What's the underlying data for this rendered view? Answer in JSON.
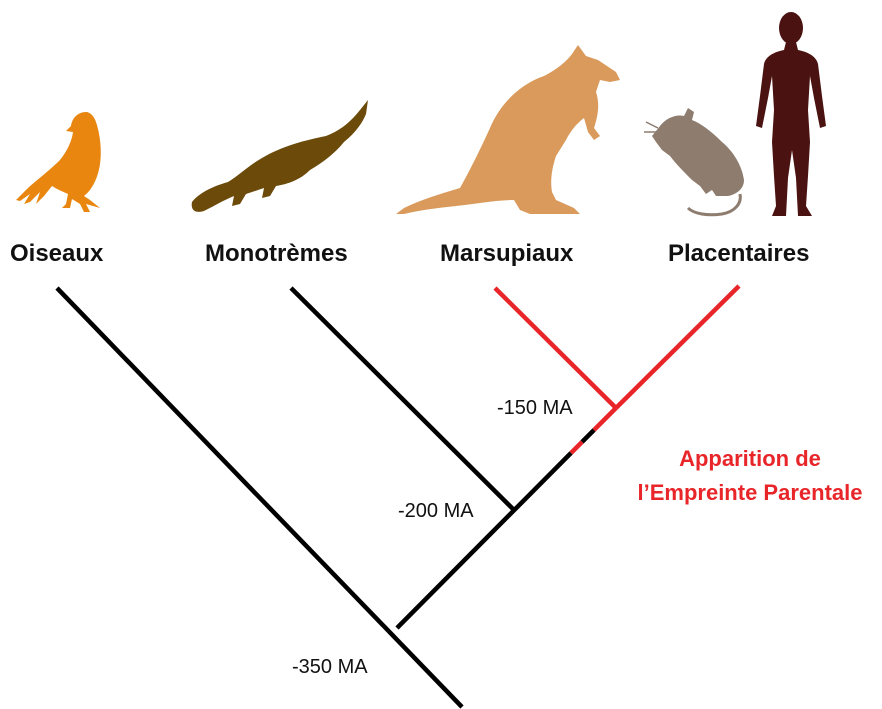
{
  "taxa": [
    {
      "label": "Oiseaux",
      "icon": "bird-silhouette-icon",
      "color": "#e8860f"
    },
    {
      "label": "Monotrèmes",
      "icon": "platypus-silhouette-icon",
      "color": "#6b4a0a"
    },
    {
      "label": "Marsupiaux",
      "icon": "kangaroo-silhouette-icon",
      "color": "#d99a5c"
    },
    {
      "label": "Placentaires",
      "icons": [
        "mouse-silhouette-icon",
        "human-silhouette-icon"
      ],
      "colors": [
        "#8e7c6e",
        "#4a1210"
      ]
    }
  ],
  "divergences": [
    {
      "label": "-350 MA"
    },
    {
      "label": "-200 MA"
    },
    {
      "label": "-150 MA"
    }
  ],
  "annotation": {
    "line1": "Apparition de",
    "line2": "l’Empreinte Parentale",
    "color": "#e8262a"
  },
  "colors": {
    "branch": "#000000",
    "highlight": "#e8262a"
  }
}
